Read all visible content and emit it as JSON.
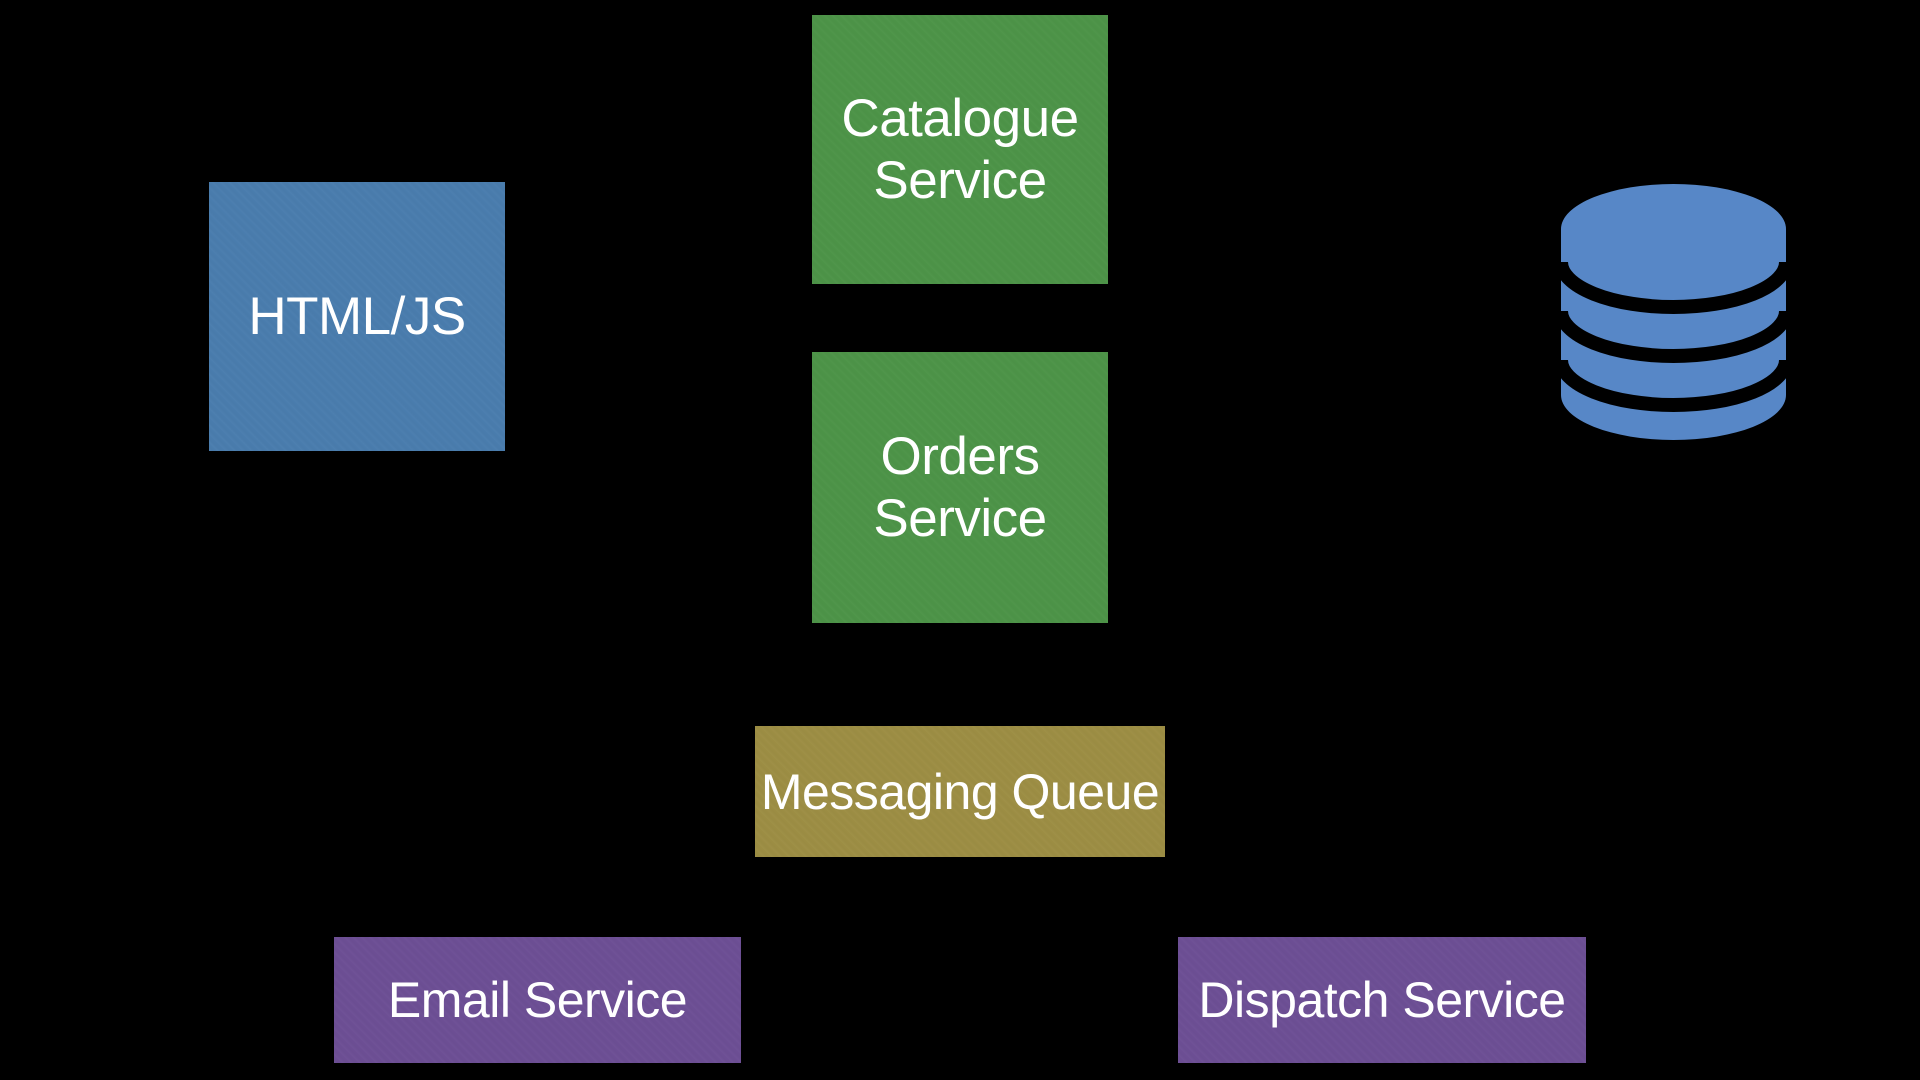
{
  "slide": {
    "background": "#000000",
    "text_color": "#ffffff"
  },
  "nodes": {
    "html_js": {
      "label": "HTML/JS",
      "color": "#4a7dae"
    },
    "catalogue_service": {
      "line1": "Catalogue",
      "line2": "Service",
      "color": "#4d9448"
    },
    "orders_service": {
      "line1": "Orders",
      "line2": "Service",
      "color": "#4d9448"
    },
    "messaging_queue": {
      "label": "Messaging Queue",
      "color": "#9d8e44"
    },
    "email_service": {
      "label": "Email Service",
      "color": "#6d4f95"
    },
    "dispatch_service": {
      "label": "Dispatch Service",
      "color": "#6d4f95"
    }
  },
  "icons": {
    "database": {
      "name": "database-icon",
      "color": "#5787c7",
      "separator_color": "#000000"
    }
  }
}
